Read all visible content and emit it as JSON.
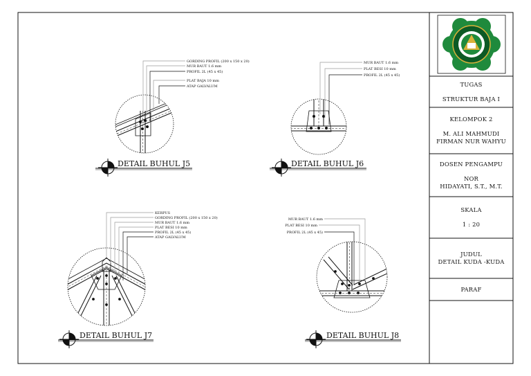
{
  "details": [
    {
      "title": "DETAIL BUHUL J5",
      "labels": [
        "GORDING PROFIL (200 x 150 x 20)",
        "MUR BAUT 1.6 mm",
        "PROFIL 2L (45 x 45)",
        "PLAT BAJA 10 mm",
        "ATAP GALVALUM"
      ]
    },
    {
      "title": "DETAIL BUHUL J6",
      "labels": [
        "MUR BAUT 1.6 mm",
        "PLAT BESI 10 mm",
        "PROFIL 2L (45 x 45)"
      ]
    },
    {
      "title": "DETAIL BUHUL J7",
      "labels": [
        "KERPUS",
        "GORDING PROFIL (200 x 150 x 20)",
        "MUR BAUT 1.6 mm",
        "PLAT BESI 10 mm",
        "PROFIL 2L (45 x 45)",
        "ATAP GALVALUM"
      ]
    },
    {
      "title": "DETAIL BUHUL J8",
      "labels": [
        "MUR BAUT 1.6 mm",
        "PLAT BESI 10 mm",
        "PROFIL 2L (45 x 45)"
      ]
    }
  ],
  "title_block": {
    "tugas_label": "TUGAS",
    "tugas_value": "STRUKTUR BAJA I",
    "group": "KELOMPOK 2",
    "member_1": "M. ALI MAHMUDI",
    "member_2": "FIRMAN NUR WAHYU",
    "dosen_label": "DOSEN PENGAMPU",
    "dosen_name_1": "NOR",
    "dosen_name_2": "HIDAYATI, S.T., M.T.",
    "skala_label": "SKALA",
    "skala_value": "1 : 20",
    "judul_label": "JUDUL",
    "judul_value": "DETAIL KUDA -KUDA",
    "paraf_label": "PARAF"
  },
  "colors": {
    "line": "#111111",
    "leader": "#9a9a9a",
    "logo_green": "#1f8a3c",
    "logo_dark": "#0c5a25",
    "logo_gold": "#d9b23a"
  }
}
